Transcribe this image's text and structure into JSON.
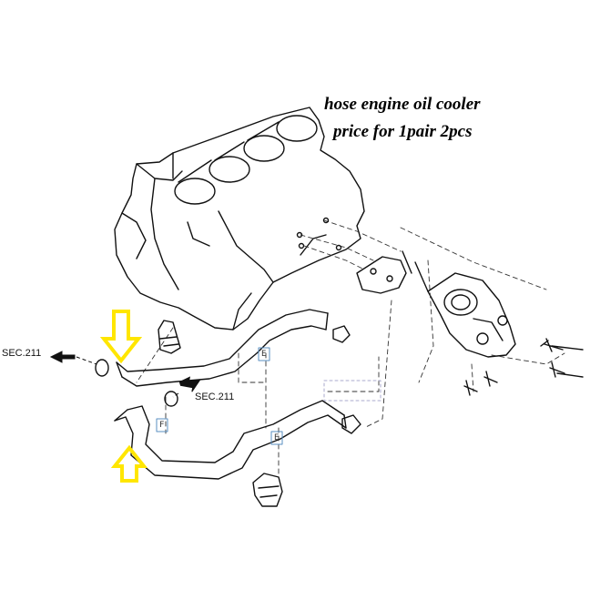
{
  "caption": {
    "line1": "hose engine oil cooler",
    "line2": "price for 1pair 2pcs"
  },
  "section_refs": {
    "left": "SEC.211",
    "middle": "SEC.211"
  },
  "callout_letters": [
    "E",
    "F",
    "E"
  ],
  "colors": {
    "line": "#111111",
    "highlight_arrow": "#ffe600",
    "dashed_leader": "#333333",
    "callout_box": "#5a8fc0"
  },
  "highlight_arrows": [
    {
      "direction": "down",
      "icon": "yellow-down-arrow-icon"
    },
    {
      "direction": "up",
      "icon": "yellow-up-arrow-icon"
    }
  ]
}
